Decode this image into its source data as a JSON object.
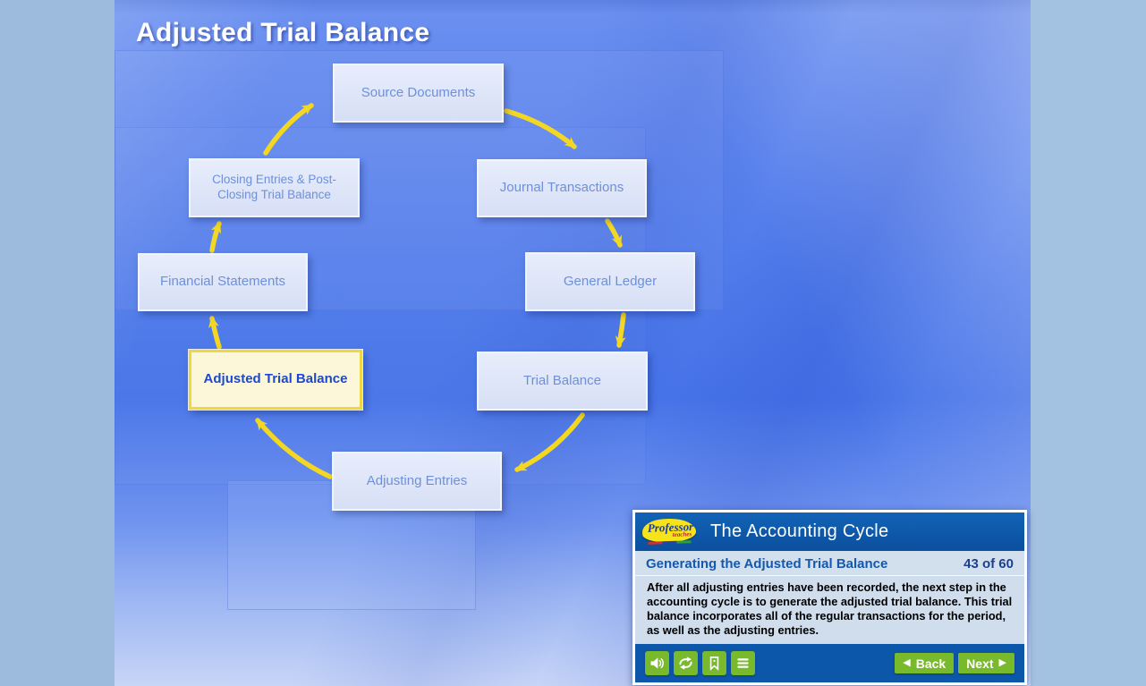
{
  "page": {
    "title": "Adjusted Trial Balance"
  },
  "diagram": {
    "nodes": [
      {
        "id": "source-documents",
        "label": "Source Documents",
        "highlighted": false
      },
      {
        "id": "journal-transactions",
        "label": "Journal Transactions",
        "highlighted": false
      },
      {
        "id": "general-ledger",
        "label": "General Ledger",
        "highlighted": false
      },
      {
        "id": "trial-balance",
        "label": "Trial Balance",
        "highlighted": false
      },
      {
        "id": "adjusting-entries",
        "label": "Adjusting Entries",
        "highlighted": false
      },
      {
        "id": "adjusted-trial-balance",
        "label": "Adjusted Trial Balance",
        "highlighted": true
      },
      {
        "id": "financial-statements",
        "label": "Financial Statements",
        "highlighted": false
      },
      {
        "id": "closing-entries",
        "label": "Closing Entries & Post-Closing Trial Balance",
        "highlighted": false
      }
    ]
  },
  "panel": {
    "logo": {
      "line1": "Professor",
      "line2": "teaches"
    },
    "title": "The Accounting Cycle",
    "lesson_title": "Generating the Adjusted Trial Balance",
    "page_indicator": "43 of 60",
    "body": "After all adjusting entries have been recorded, the next step in the accounting cycle is to generate the adjusted trial balance. This trial balance incorporates all of the regular transactions for the period, as well as the adjusting entries.",
    "toolbar": {
      "icons": [
        "audio-icon",
        "repeat-icon",
        "bookmark-icon",
        "menu-icon"
      ],
      "back_glyph": "◀",
      "back_label": "Back",
      "next_label": "Next",
      "next_glyph": "▶"
    }
  },
  "colors": {
    "arrow_yellow": "#f3d722",
    "highlight_border": "#edd840",
    "highlight_fill": "#fbf7d8",
    "highlight_text": "#1b49cf",
    "node_fill": "#dde4f8",
    "node_text": "#6e90da",
    "panel_blue": "#0d57aa",
    "panel_body": "#cfdded",
    "button_green": "#79b92c",
    "side_bar": "#9dbcdd",
    "background_blue": "#4a76e8"
  }
}
